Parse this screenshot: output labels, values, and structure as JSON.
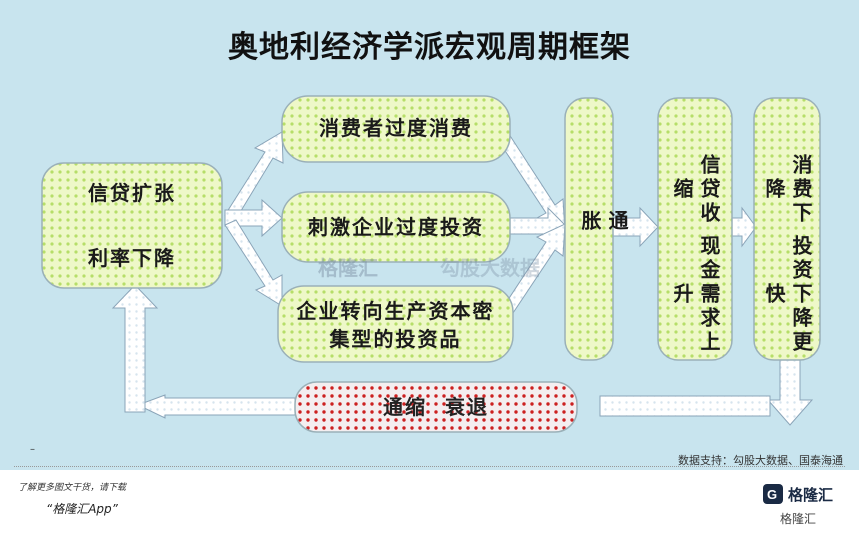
{
  "title": "奥地利经济学派宏观周期框架",
  "boxes": {
    "credit": {
      "line1": "信贷扩张",
      "line2": "利率下降"
    },
    "consume": "消费者过度消费",
    "invest": "刺激企业过度投资",
    "capital": {
      "line1": "企业转向生产资本密",
      "line2": "集型的投资品"
    },
    "inflation": "通胀",
    "tighten": {
      "col1": "信贷收缩",
      "col2": "现金需求上升"
    },
    "decline": {
      "col1": "消费下降",
      "col2": "投资下降更快"
    },
    "deflation": "通缩  衰退"
  },
  "source": "数据支持：勾股大数据、国泰海通",
  "watermark": {
    "brand": "格隆汇",
    "brand2": "勾股大数据"
  },
  "footer": {
    "line1": "了解更多图文干货，请下载",
    "line2": "“格隆汇App”",
    "logo": "格隆汇",
    "logo2": "格隆汇"
  },
  "dash": "–",
  "colors": {
    "panel": "#c8e4ee",
    "boxFill": "#eaf7c4",
    "dot": "#b8e070",
    "redDot": "#cc1a1a",
    "arrow": "#ffffff"
  }
}
